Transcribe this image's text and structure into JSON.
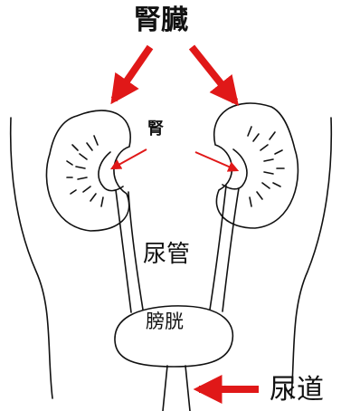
{
  "labels": {
    "kidneys": "腎臓",
    "renal_pelvis": "腎",
    "ureter": "尿管",
    "bladder": "膀胱",
    "urethra": "尿道"
  },
  "colors": {
    "arrow": "#e01818",
    "line": "#111111",
    "text": "#111111"
  }
}
